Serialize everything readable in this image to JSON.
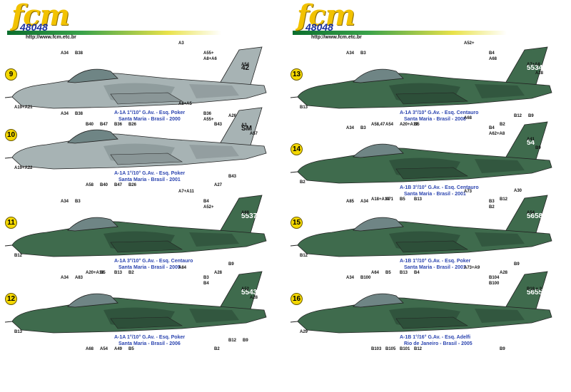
{
  "brand": {
    "logo": "fcm",
    "code": "48048",
    "url": "http://www.fcm.etc.br"
  },
  "profiles": [
    {
      "number": "9",
      "line1": "A-1A  1°/10° G.Av. - Esq. Poker",
      "line2": "Santa Maria - Brasil - 2000",
      "tail": "42",
      "labels": [
        "A34",
        "B38",
        "A55+",
        "A8+A6",
        "A3",
        "A54",
        "B40",
        "B47",
        "B36",
        "B26",
        "A19+A21",
        "B43",
        "A26"
      ]
    },
    {
      "number": "10",
      "line1": "A-1A  1°/10° G.Av. - Esq. Poker",
      "line2": "Santa Maria - Brasil - 2001",
      "tail": "SM",
      "labels": [
        "A34",
        "B38",
        "B36",
        "A55+",
        "A8+A5",
        "A3",
        "A58",
        "B40",
        "B47",
        "B26",
        "A19+A22",
        "A27",
        "B43",
        "A57"
      ]
    },
    {
      "number": "11",
      "line1": "A-1A  3°/10° G.Av. - Esq. Centauro",
      "line2": "Santa Maria - Brasil - 2005",
      "tail": "5537",
      "labels": [
        "A34",
        "B3",
        "B4",
        "A52+",
        "A7+A11",
        "A68",
        "A20+A16",
        "B5",
        "B13",
        "B2",
        "B12",
        "A28",
        "B9"
      ]
    },
    {
      "number": "12",
      "line1": "A-1A  1°/10° G.Av. - Esq. Poker",
      "line2": "Santa Maria - Brasil - 2006",
      "tail": "5543",
      "labels": [
        "A34",
        "A83",
        "B3",
        "B4",
        "A84",
        "A52",
        "A68",
        "A54",
        "A49",
        "B5",
        "B13",
        "B2",
        "B12",
        "A28",
        "B9"
      ]
    },
    {
      "number": "13",
      "line1": "A-1A  3°/10° G.Av. - Esq. Centauro",
      "line2": "Santa Maria - Brasil - 2008",
      "tail": "5534",
      "labels": [
        "A34",
        "B3",
        "B4",
        "A68",
        "A52+",
        "A7+A8",
        "A58,47",
        "A54",
        "A20+A19",
        "B5",
        "B13",
        "B2",
        "B12",
        "A28",
        "B9"
      ]
    },
    {
      "number": "14",
      "line1": "A-1B  3°/10° G.Av. - Esq. Centauro",
      "line2": "Santa Maria - Brasil - 2001",
      "tail": "54",
      "labels": [
        "A34",
        "B3",
        "B4",
        "A62+A8",
        "A68",
        "A41",
        "A18+A19",
        "A71",
        "B5",
        "B13",
        "B2",
        "B12",
        "A30",
        "B9"
      ]
    },
    {
      "number": "15",
      "line1": "A-1B  1°/10° G.Av. - Esq. Poker",
      "line2": "Santa Maria - Brasil - 2001",
      "tail": "5658",
      "labels": [
        "A85",
        "A34",
        "B3",
        "B2",
        "A73",
        "A54",
        "A64",
        "B5",
        "B13",
        "B4",
        "B12",
        "A28",
        "B9"
      ]
    },
    {
      "number": "16",
      "line1": "A-1B  1°/16° G.Av. - Esq. Adelfi",
      "line2": "Rio de Janeiro - Brasil - 2005",
      "tail": "5655",
      "labels": [
        "A34",
        "B100",
        "B104",
        "B100",
        "A73+A9",
        "B18 x 2",
        "B103",
        "B105",
        "B101",
        "B12",
        "A29",
        "B9"
      ]
    }
  ],
  "colors": {
    "grey": "#a7b3b4",
    "grey_dark": "#8a9697",
    "green": "#3f6b4d",
    "green_dark": "#2d4f39",
    "canopy": "#6f8585"
  }
}
